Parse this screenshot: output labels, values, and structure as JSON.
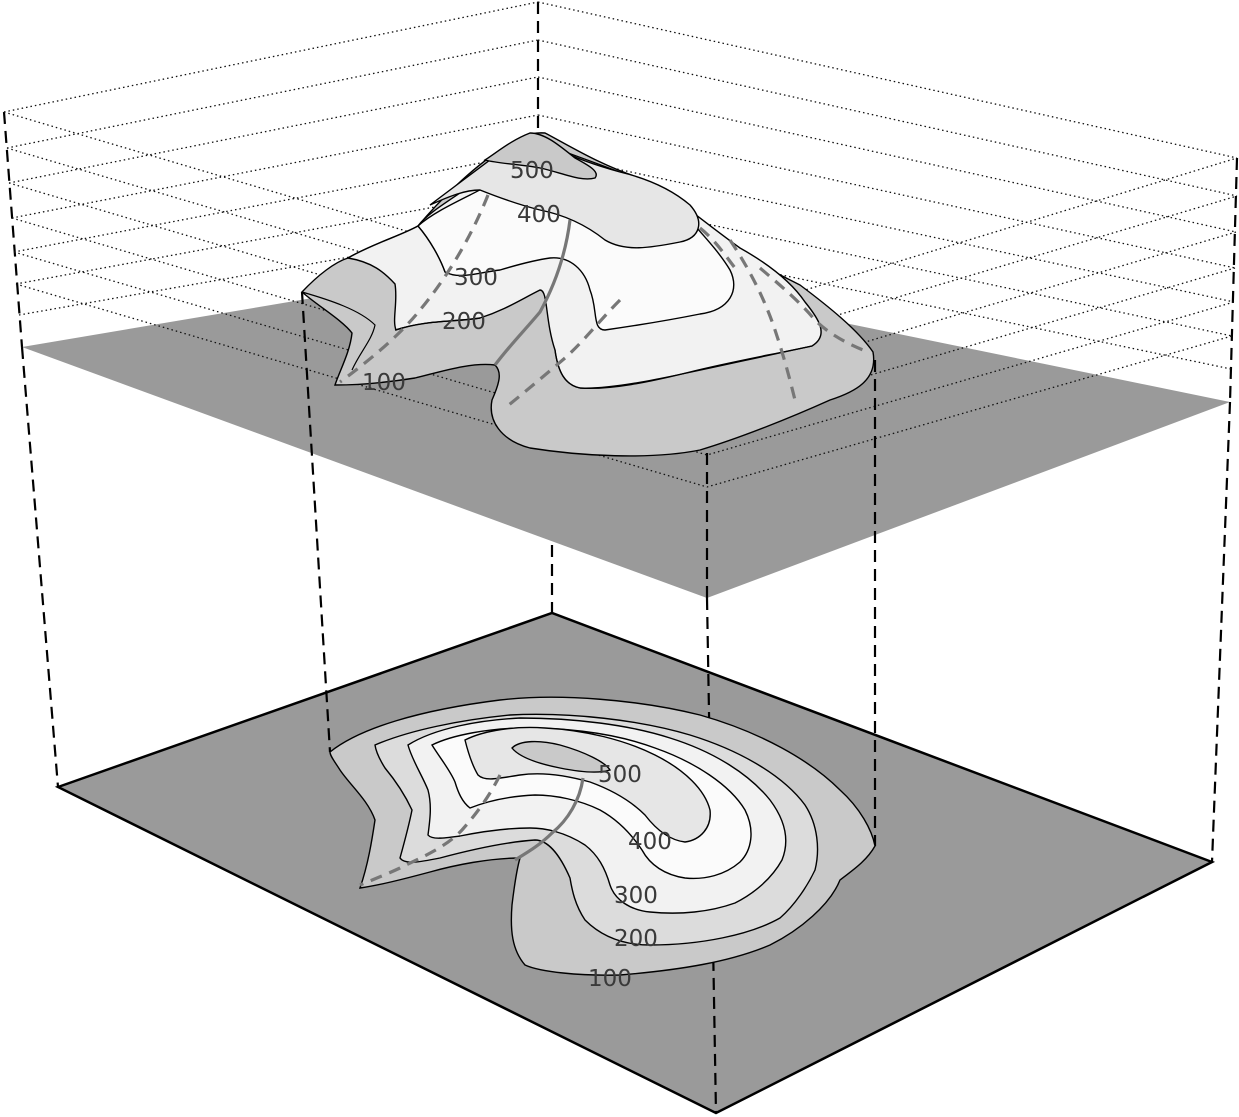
{
  "colors": {
    "plane": "#9a9a9a",
    "band_dark": "#c9c9c9",
    "band_mid": "#dcdcdc",
    "band_light": "#f2f2f2",
    "band_white": "#fbfbfb",
    "outline": "#000000",
    "ridge": "#777777",
    "label": "#3a3a3a"
  },
  "perspective_view": {
    "contour_labels": [
      "500",
      "400",
      "300",
      "200",
      "100"
    ]
  },
  "map_view": {
    "contour_labels": [
      "500",
      "400",
      "300",
      "200",
      "100"
    ]
  }
}
